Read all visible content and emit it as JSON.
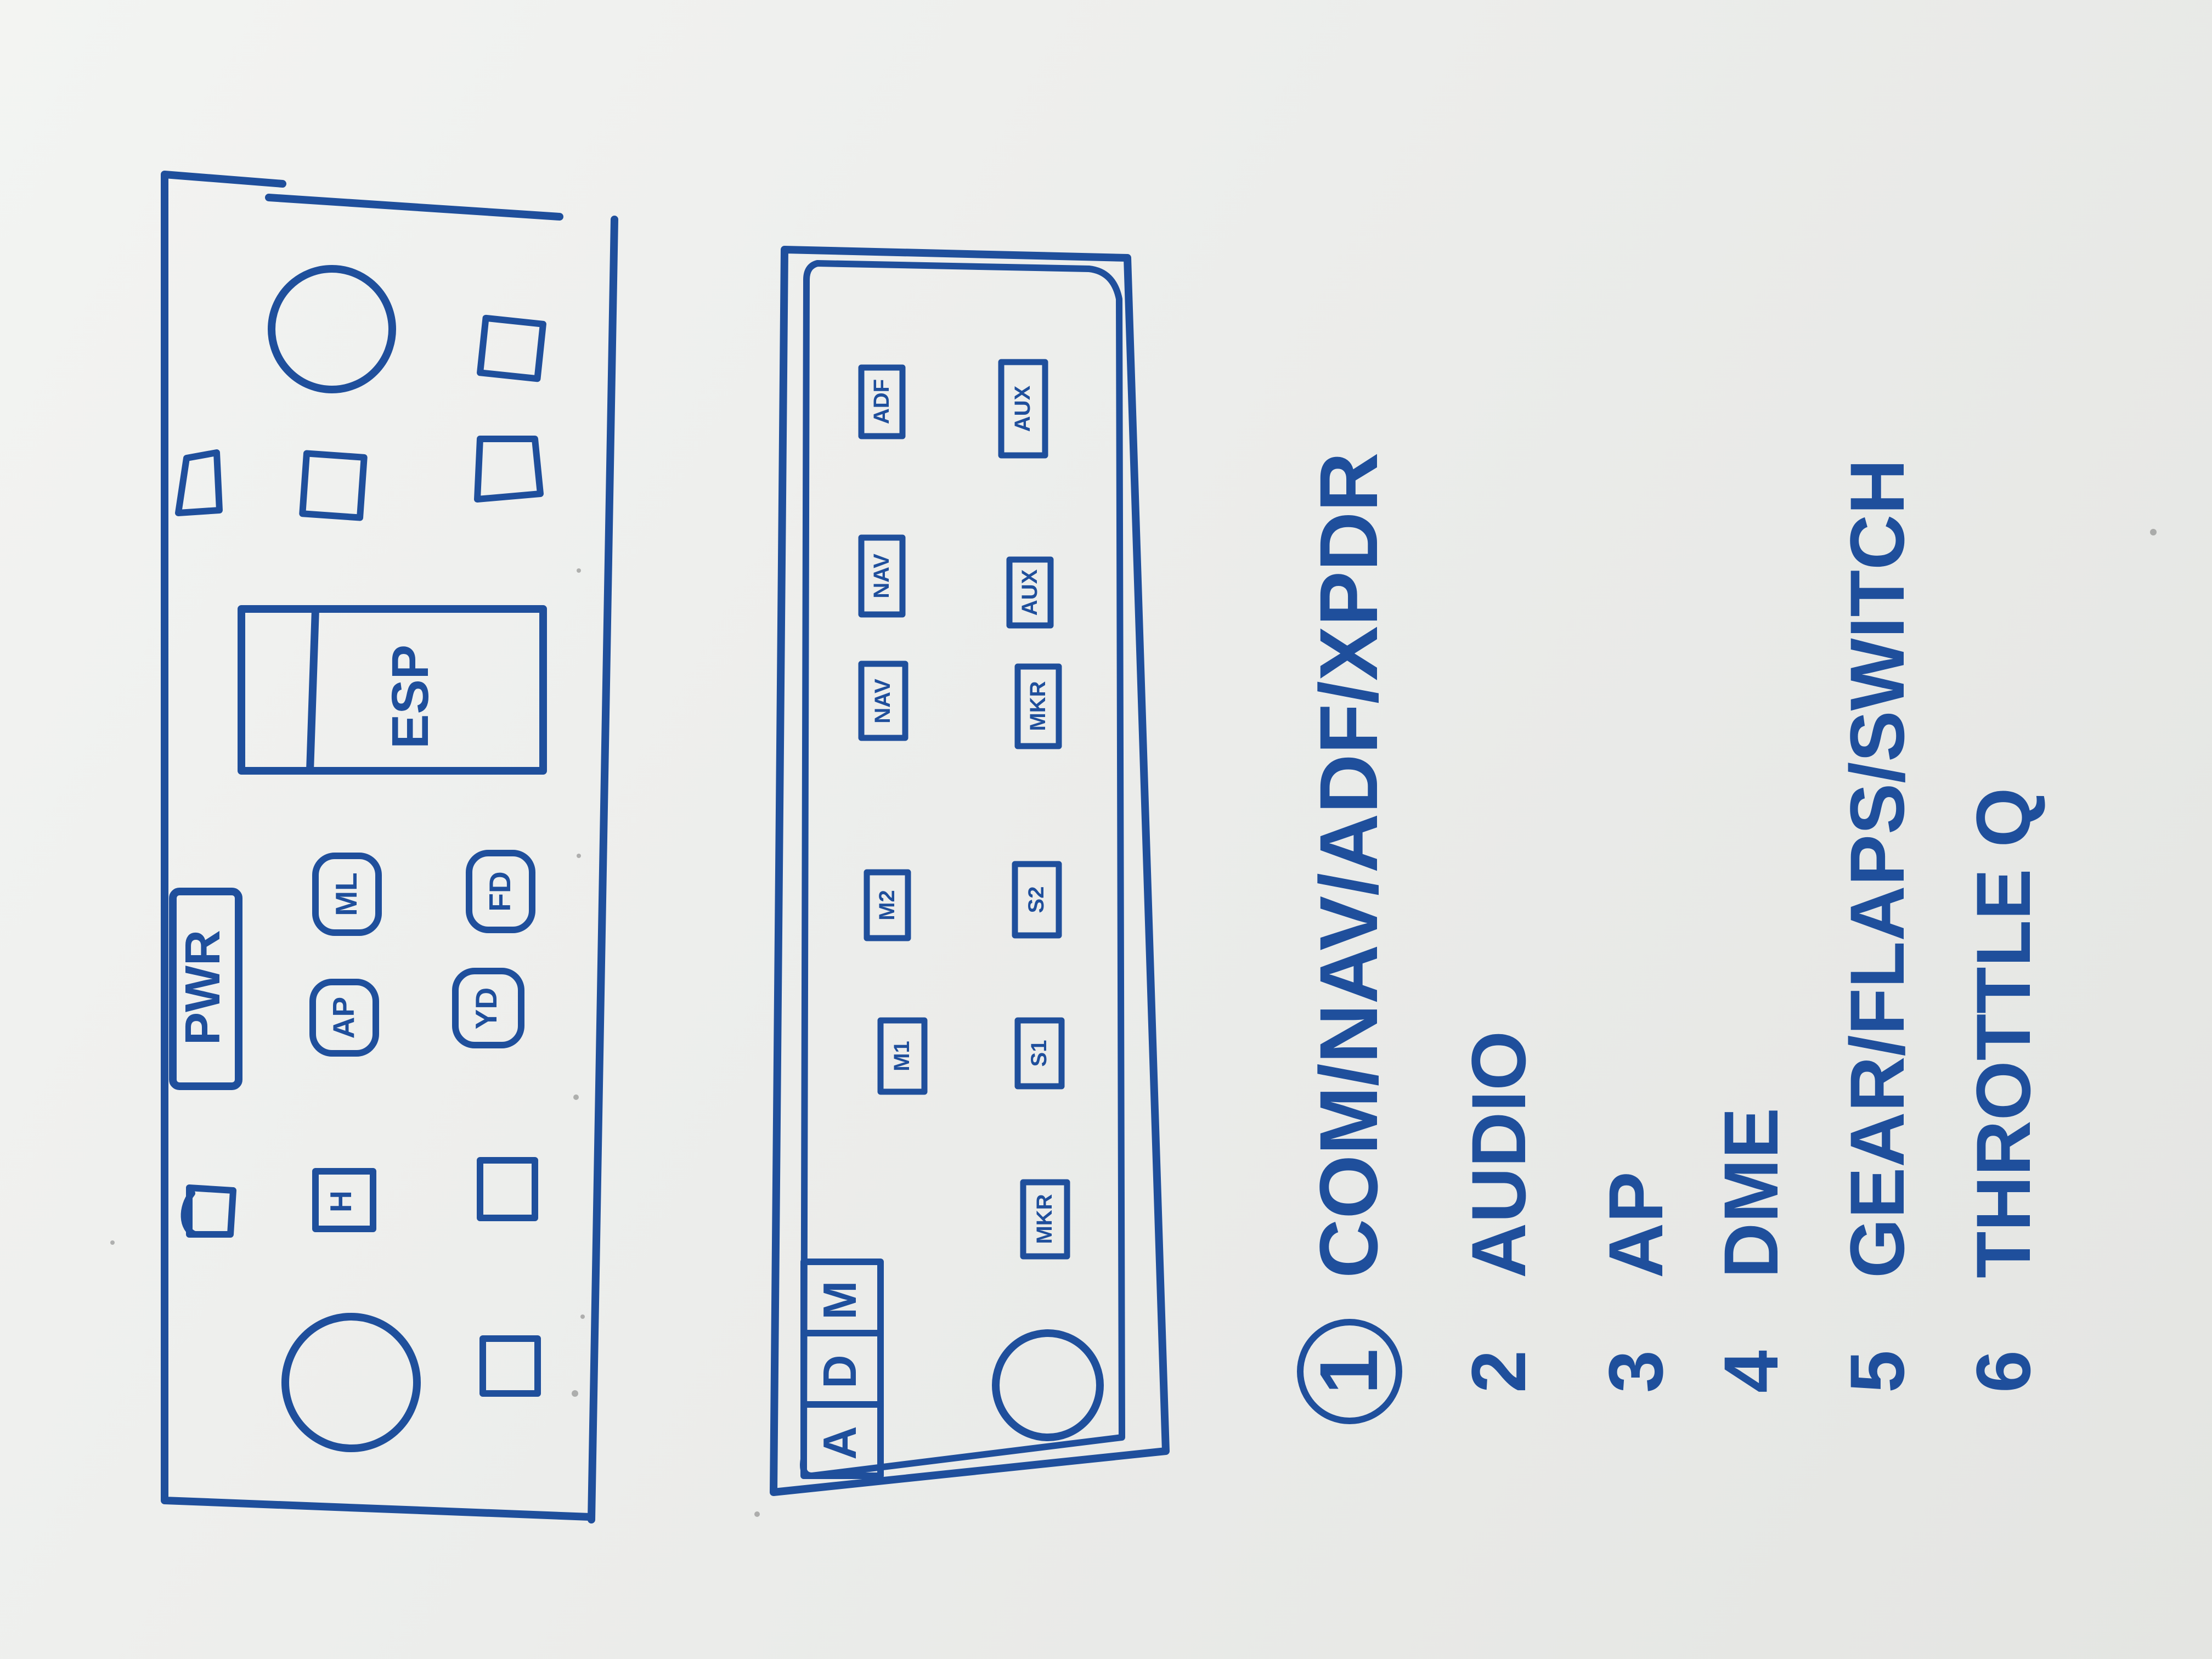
{
  "colors": {
    "ink": "#1f4f9c",
    "board": "#eceeeb"
  },
  "panel1": {
    "pwr": "PWR",
    "esp": "ESP",
    "btn_h": "H",
    "btn_ap": "AP",
    "btn_ml": "ML",
    "btn_yd": "YD",
    "btn_fd": "FD"
  },
  "panel2": {
    "tab_a": "A",
    "tab_d": "D",
    "tab_m": "M",
    "mkr": "MKR",
    "m1": "M1",
    "m2": "M2",
    "s1": "S1",
    "s2": "S2",
    "nav": "NAV",
    "nav2": "NAV",
    "adf": "ADF",
    "mkr2": "MKR",
    "aux": "AUX",
    "aux2": "AUX"
  },
  "list": [
    {
      "num": "1",
      "text": "COM/NAV/ADF/XPDR"
    },
    {
      "num": "2",
      "text": "AUDIO"
    },
    {
      "num": "3",
      "text": "AP"
    },
    {
      "num": "4",
      "text": "DME"
    },
    {
      "num": "5",
      "text": "GEAR/FLAPS/SWITCH"
    },
    {
      "num": "6",
      "text": "THROTTLE Q"
    }
  ]
}
